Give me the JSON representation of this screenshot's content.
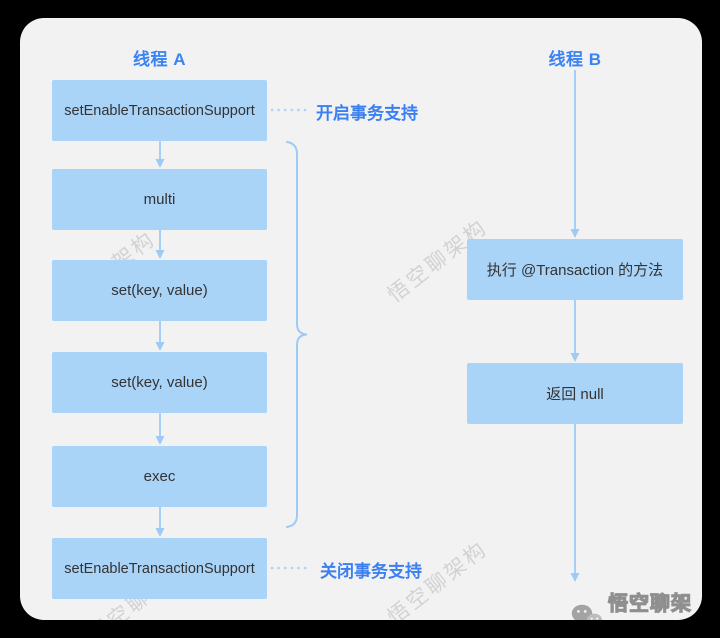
{
  "thread_a": {
    "title": "线程 A",
    "steps": [
      "setEnableTransactionSupport",
      "multi",
      "set(key, value)",
      "set(key, value)",
      "exec",
      "setEnableTransactionSupport"
    ]
  },
  "thread_b": {
    "title": "线程 B",
    "steps": [
      "执行 @Transaction 的方法",
      "返回 null"
    ]
  },
  "annotations": {
    "open": "开启事务支持",
    "close": "关闭事务支持"
  },
  "watermark": {
    "text": "悟空聊架构"
  },
  "brand": {
    "label": "悟空聊架构"
  },
  "colors": {
    "page_background": "#000000",
    "card_background": "#f2f2f3",
    "node_fill": "#a9d3f7",
    "node_text": "#333333",
    "accent_blue": "#3b82f2",
    "connector_blue": "#9ecbf5",
    "watermark_gray": "#8a8a8a"
  }
}
